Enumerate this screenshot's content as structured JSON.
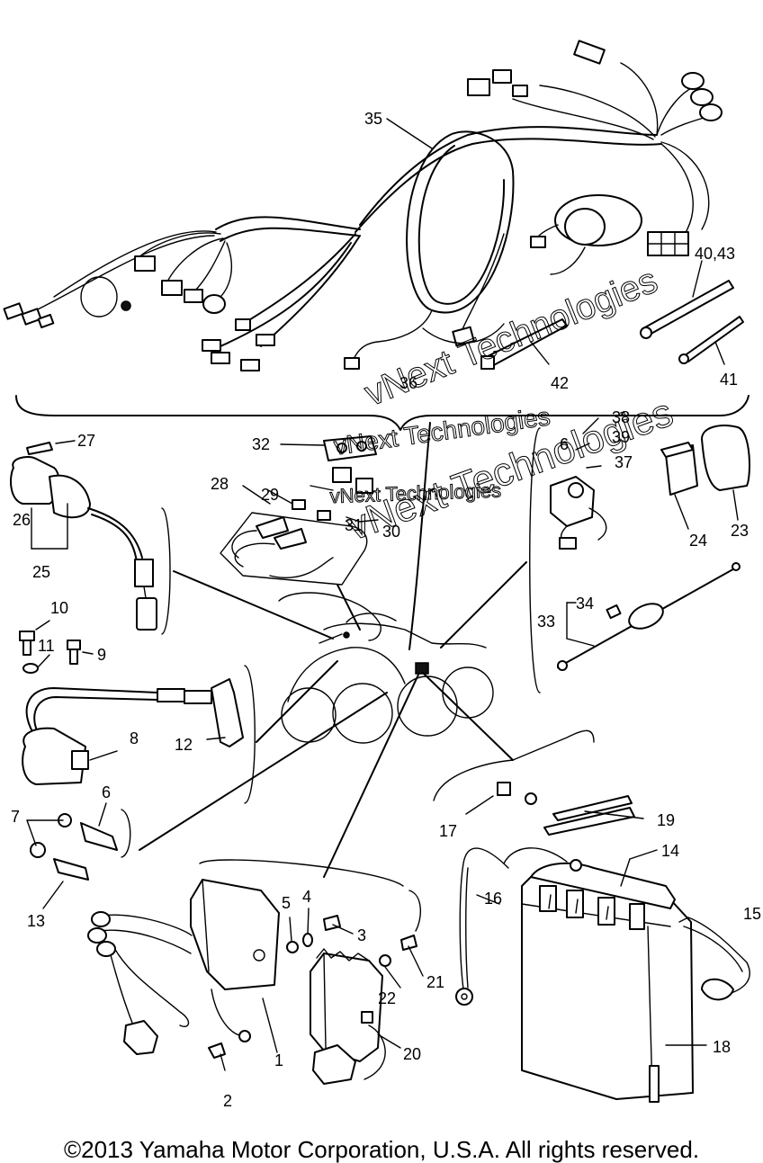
{
  "watermark": [
    "vNext Technologies",
    "vNext Technologies",
    "vNext Technologies",
    "vNext Technologies"
  ],
  "labels": [
    "35",
    "40,43",
    "42",
    "41",
    "36",
    "27",
    "26",
    "25",
    "32",
    "28",
    "29",
    "31",
    "30",
    "38",
    "39",
    "6",
    "37",
    "24",
    "23",
    "34",
    "33",
    "10",
    "11",
    "9",
    "8",
    "12",
    "7",
    "6",
    "13",
    "17",
    "19",
    "14",
    "16",
    "15",
    "18",
    "5",
    "4",
    "3",
    "21",
    "22",
    "20",
    "1",
    "2"
  ],
  "copyright": "©2013 Yamaha Motor Corporation, U.S.A. All rights reserved."
}
